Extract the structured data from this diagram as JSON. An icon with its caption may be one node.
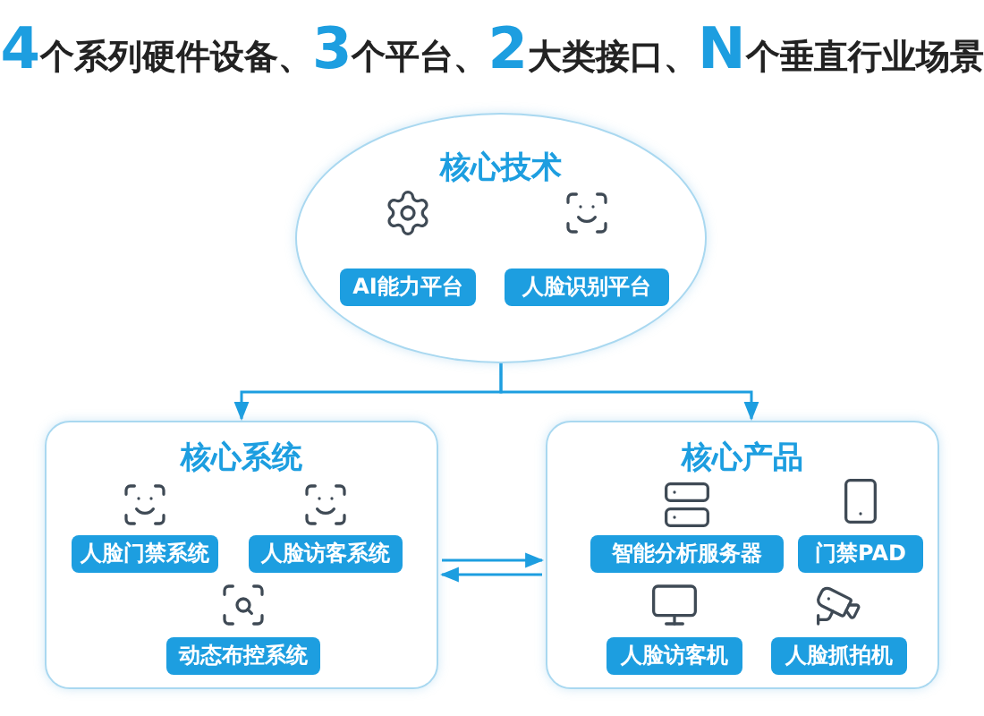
{
  "diagram": {
    "title": "**4**个系列硬件设备、**3**个平台、**2**大类接口、**N**个垂直行业场景",
    "nodes": [
      {
        "text": [
          "核心技术"
        ]
      },
      {
        "text": [
          "AI能力平台"
        ],
        "in": 0
      },
      {
        "text": [
          "人脸识别平台"
        ],
        "in": 0
      },
      {
        "text": [
          "核心系统"
        ]
      },
      {
        "text": [
          "人脸门禁系统"
        ],
        "in": 3
      },
      {
        "text": [
          "人脸访客系统"
        ],
        "in": 3
      },
      {
        "text": [
          "动态布控系统"
        ],
        "in": 3
      },
      {
        "text": [
          "核心产品"
        ]
      },
      {
        "text": [
          "智能分析服务器"
        ],
        "in": 7
      },
      {
        "text": [
          "门禁PAD"
        ],
        "in": 7
      },
      {
        "text": [
          "人脸访客机"
        ],
        "in": 7
      },
      {
        "text": [
          "人脸抓拍机"
        ],
        "in": 7
      }
    ],
    "edges": [
      {
        "from": 0,
        "to": 3,
        "arrow": "to"
      },
      {
        "from": 0,
        "to": 7,
        "arrow": "to"
      },
      {
        "from": 3,
        "to": 7,
        "arrow": "to"
      },
      {
        "from": 7,
        "to": 3,
        "arrow": "to"
      }
    ]
  }
}
